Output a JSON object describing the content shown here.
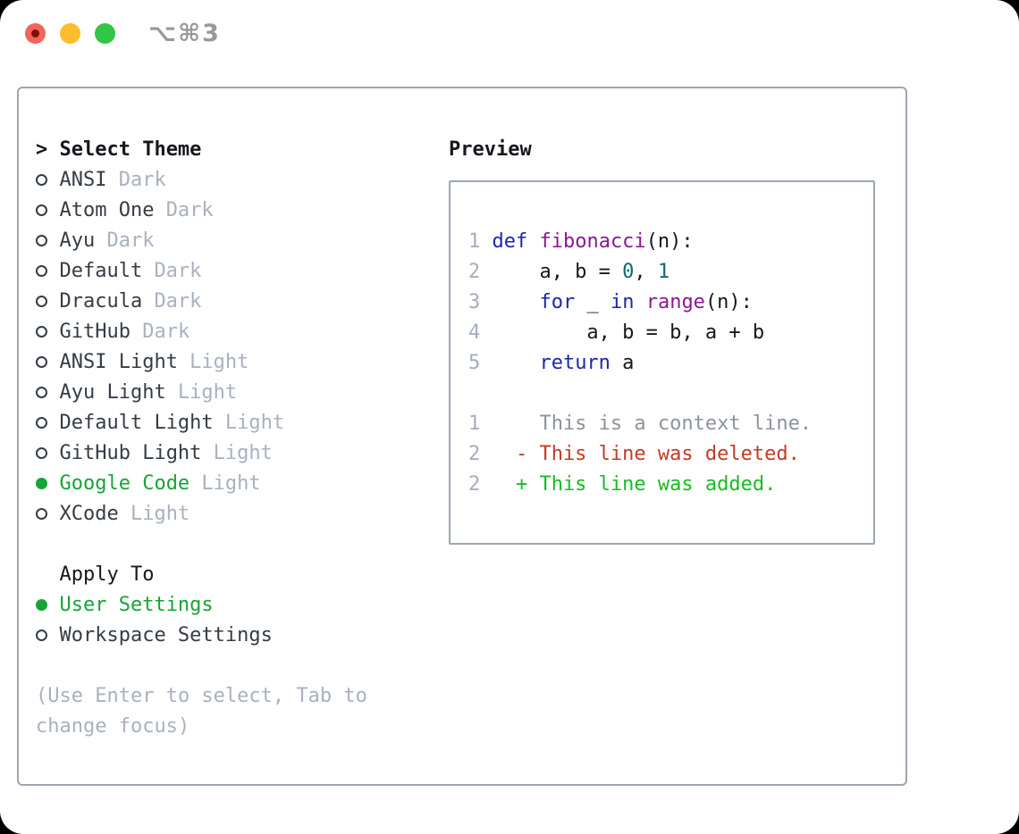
{
  "window": {
    "title": "⌥⌘3",
    "traffic_lights": [
      "close",
      "minimize",
      "zoom"
    ]
  },
  "theme_picker": {
    "header": {
      "prefix": ">",
      "label": "Select Theme"
    },
    "themes": [
      {
        "name": "ANSI",
        "tag": "Dark",
        "selected": false
      },
      {
        "name": "Atom One",
        "tag": "Dark",
        "selected": false
      },
      {
        "name": "Ayu",
        "tag": "Dark",
        "selected": false
      },
      {
        "name": "Default",
        "tag": "Dark",
        "selected": false
      },
      {
        "name": "Dracula",
        "tag": "Dark",
        "selected": false
      },
      {
        "name": "GitHub",
        "tag": "Dark",
        "selected": false
      },
      {
        "name": "ANSI Light",
        "tag": "Light",
        "selected": false
      },
      {
        "name": "Ayu Light",
        "tag": "Light",
        "selected": false
      },
      {
        "name": "Default Light",
        "tag": "Light",
        "selected": false
      },
      {
        "name": "GitHub Light",
        "tag": "Light",
        "selected": false
      },
      {
        "name": "Google Code",
        "tag": "Light",
        "selected": true
      },
      {
        "name": "XCode",
        "tag": "Light",
        "selected": false
      }
    ],
    "apply_to": {
      "label": "Apply To",
      "options": [
        {
          "name": "User Settings",
          "selected": true
        },
        {
          "name": "Workspace Settings",
          "selected": false
        }
      ]
    },
    "hint_lines": [
      "(Use Enter to select, Tab to",
      "change focus)"
    ]
  },
  "preview": {
    "header": "Preview",
    "code_lines": [
      {
        "no": "1",
        "segments": [
          {
            "text": "def",
            "cls": "kwd"
          },
          {
            "text": " ",
            "cls": "pln"
          },
          {
            "text": "fibonacci",
            "cls": "typ"
          },
          {
            "text": "(n):",
            "cls": "pln"
          }
        ]
      },
      {
        "no": "2",
        "segments": [
          {
            "text": "    a, b = ",
            "cls": "pln"
          },
          {
            "text": "0",
            "cls": "lit"
          },
          {
            "text": ", ",
            "cls": "pln"
          },
          {
            "text": "1",
            "cls": "lit"
          }
        ]
      },
      {
        "no": "3",
        "segments": [
          {
            "text": "    ",
            "cls": "pln"
          },
          {
            "text": "for",
            "cls": "kwd"
          },
          {
            "text": " _ ",
            "cls": "pln"
          },
          {
            "text": "in",
            "cls": "kwd"
          },
          {
            "text": " ",
            "cls": "pln"
          },
          {
            "text": "range",
            "cls": "typ"
          },
          {
            "text": "(n):",
            "cls": "pln"
          }
        ]
      },
      {
        "no": "4",
        "segments": [
          {
            "text": "        a, b = b, a + b",
            "cls": "pln"
          }
        ]
      },
      {
        "no": "5",
        "segments": [
          {
            "text": "    ",
            "cls": "pln"
          },
          {
            "text": "return",
            "cls": "kwd"
          },
          {
            "text": " a",
            "cls": "pln"
          }
        ]
      }
    ],
    "diff_lines": [
      {
        "no": "1",
        "prefix": "    ",
        "text": "This is a context line.",
        "kind": "context"
      },
      {
        "no": "2",
        "prefix": "  - ",
        "text": "This line was deleted.",
        "kind": "deleted"
      },
      {
        "no": "2",
        "prefix": "  + ",
        "text": "This line was added.",
        "kind": "added"
      }
    ]
  },
  "colors": {
    "accent_green": "#17a338",
    "header_text": "#15181c",
    "item_text": "#353c45",
    "tag_gray": "#a9b1bf",
    "hint_gray": "#a9b1bf",
    "border_gray": "#9ea6b2",
    "title_gray": "#98989d",
    "line_number": "#a5adbd",
    "code_plain": "#16181c",
    "code_kwd": "#1c26ad",
    "code_typ": "#8d1694",
    "code_lit": "#0b6b6e",
    "diff_context": "#8d939b",
    "diff_deleted": "#c33b24",
    "diff_added": "#17bd24",
    "light_red": "#f4645c",
    "light_red_dot": "#7b100a",
    "light_yellow": "#fbbd2d",
    "light_green": "#32c548"
  }
}
